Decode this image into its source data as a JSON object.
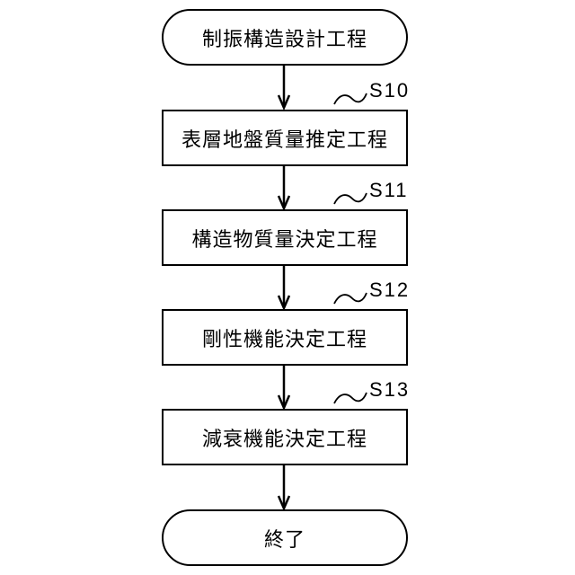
{
  "flowchart": {
    "start": "制振構造設計工程",
    "steps": [
      {
        "label": "S10",
        "text": "表層地盤質量推定工程"
      },
      {
        "label": "S11",
        "text": "構造物質量決定工程"
      },
      {
        "label": "S12",
        "text": "剛性機能決定工程"
      },
      {
        "label": "S13",
        "text": "減衰機能決定工程"
      }
    ],
    "end": "終了"
  }
}
